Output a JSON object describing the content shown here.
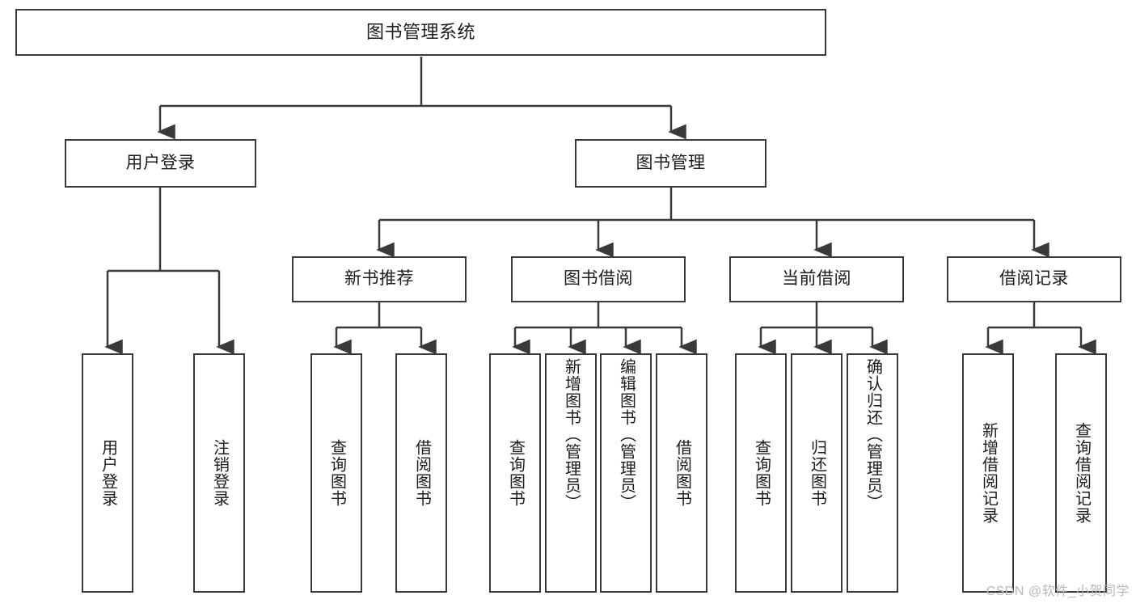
{
  "diagram": {
    "title": "图书管理系统",
    "type": "hierarchy-tree",
    "watermark": "CSDN @软件_小贺同学",
    "colors": {
      "background": "#ffffff",
      "box_border": "#3a3a3a",
      "box_fill": "#ffffff",
      "connector": "#3a3a3a",
      "text": "#1c1c1c",
      "watermark": "#b9b9b9"
    },
    "nodes": {
      "root": {
        "label": "图书管理系统"
      },
      "level2": [
        {
          "label": "用户登录"
        },
        {
          "label": "图书管理"
        }
      ],
      "level3": [
        {
          "label": "新书推荐"
        },
        {
          "label": "图书借阅"
        },
        {
          "label": "当前借阅"
        },
        {
          "label": "借阅记录"
        }
      ],
      "leaves": {
        "user_login": [
          {
            "label": "用户登录"
          },
          {
            "label": "注销登录"
          }
        ],
        "new_book_recommend": [
          {
            "label": "查询图书"
          },
          {
            "label": "借阅图书"
          }
        ],
        "book_borrow": [
          {
            "label": "查询图书"
          },
          {
            "label": "新增图书（管理员）"
          },
          {
            "label": "编辑图书（管理员）"
          },
          {
            "label": "借阅图书"
          }
        ],
        "current_borrow": [
          {
            "label": "查询图书"
          },
          {
            "label": "归还图书"
          },
          {
            "label": "确认归还（管理员）"
          }
        ],
        "borrow_record": [
          {
            "label": "新增借阅记录"
          },
          {
            "label": "查询借阅记录"
          }
        ]
      }
    }
  }
}
